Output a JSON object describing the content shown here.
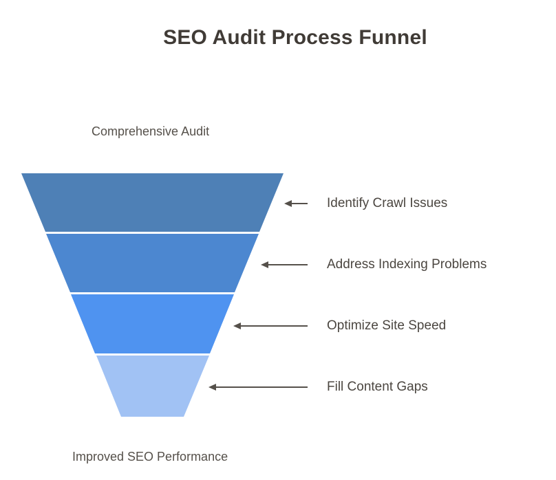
{
  "title": "SEO Audit Process Funnel",
  "colors": {
    "background": "#ffffff",
    "title_text": "#403b36",
    "caption_text": "#55504a",
    "label_text": "#4b4640",
    "arrow": "#55504a"
  },
  "funnel": {
    "top_caption": "Comprehensive Audit",
    "bottom_caption": "Improved SEO Performance",
    "segments": [
      {
        "label": "Identify Crawl Issues",
        "color": "#4e80b6"
      },
      {
        "label": "Address Indexing Problems",
        "color": "#4c87d0"
      },
      {
        "label": "Optimize Site Speed",
        "color": "#4f93f0"
      },
      {
        "label": "Fill Content Gaps",
        "color": "#a1c2f4"
      }
    ]
  }
}
